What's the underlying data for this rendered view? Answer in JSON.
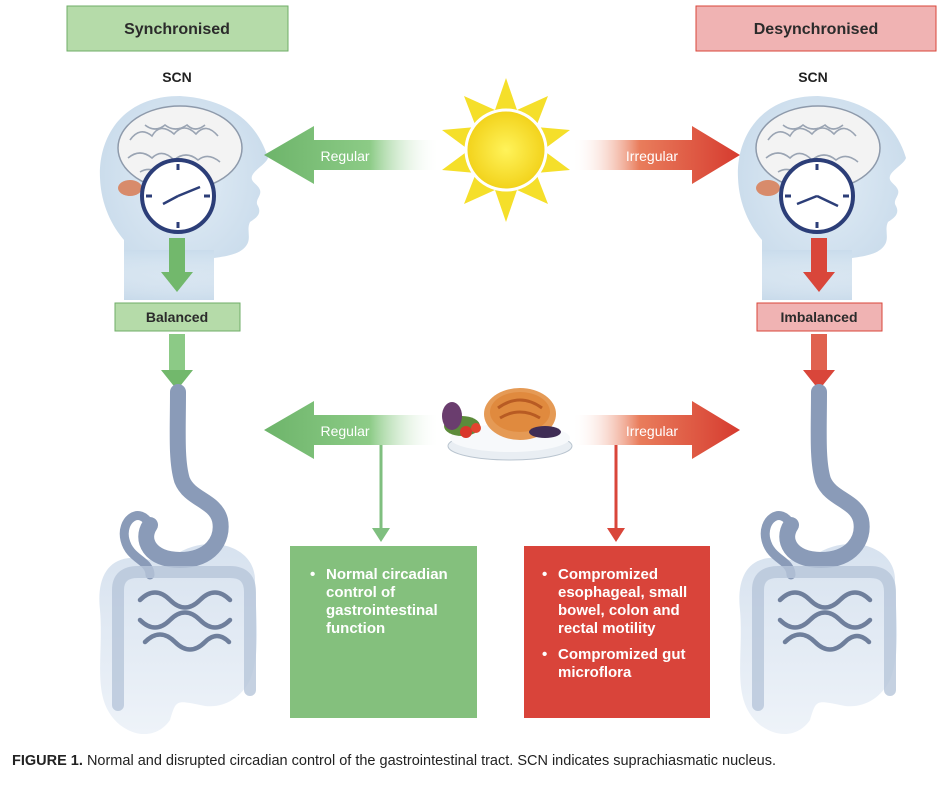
{
  "left": {
    "title": "Synchronised",
    "scn": "SCN",
    "state": "Balanced",
    "box_items": [
      "Normal circadian control of gastrointestinal function"
    ]
  },
  "right": {
    "title": "Desynchronised",
    "scn": "SCN",
    "state": "Imbalanced",
    "box_items": [
      "Compromized esophageal, small bowel, colon and rectal motility",
      "Compromized gut microflora"
    ]
  },
  "arrows": {
    "light_left": "Regular",
    "light_right": "Irregular",
    "food_left": "Regular",
    "food_right": "Irregular"
  },
  "caption": {
    "label": "FIGURE 1.",
    "text": "Normal and disrupted circadian control of the gastrointestinal tract. SCN indicates suprachiasmatic nucleus."
  },
  "colors": {
    "green": "#7fbf7f",
    "green_light": "#b5dba9",
    "red": "#d9463a",
    "red_light": "#f0b3b3",
    "head": "#c9dcec",
    "gut": "#8a9bb8",
    "sun": "#f7e52b"
  }
}
